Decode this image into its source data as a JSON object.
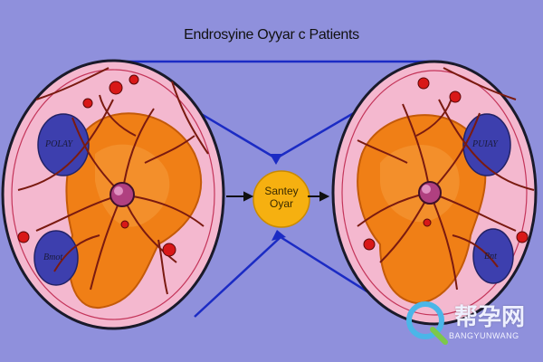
{
  "title": "Endrosyine Oyyar c Patients",
  "left_brain": {
    "upper_label": "POLAY",
    "lower_label": "Bmot"
  },
  "right_brain": {
    "upper_label": "PUIAY",
    "lower_label": "Bnt"
  },
  "center_node": {
    "line1": "Santey",
    "line2": "Oyar"
  },
  "watermark": {
    "chinese": "帮孕网",
    "latin": "BANGYUNWANG"
  },
  "colors": {
    "background": "#8f90dc",
    "tissue": "#f4b8cf",
    "gland": "#f07f16",
    "vessel": "#7a1a10",
    "blue_region": "#3d3fae",
    "arrow": "#1b2bc4",
    "center_node": "#f6b010"
  }
}
